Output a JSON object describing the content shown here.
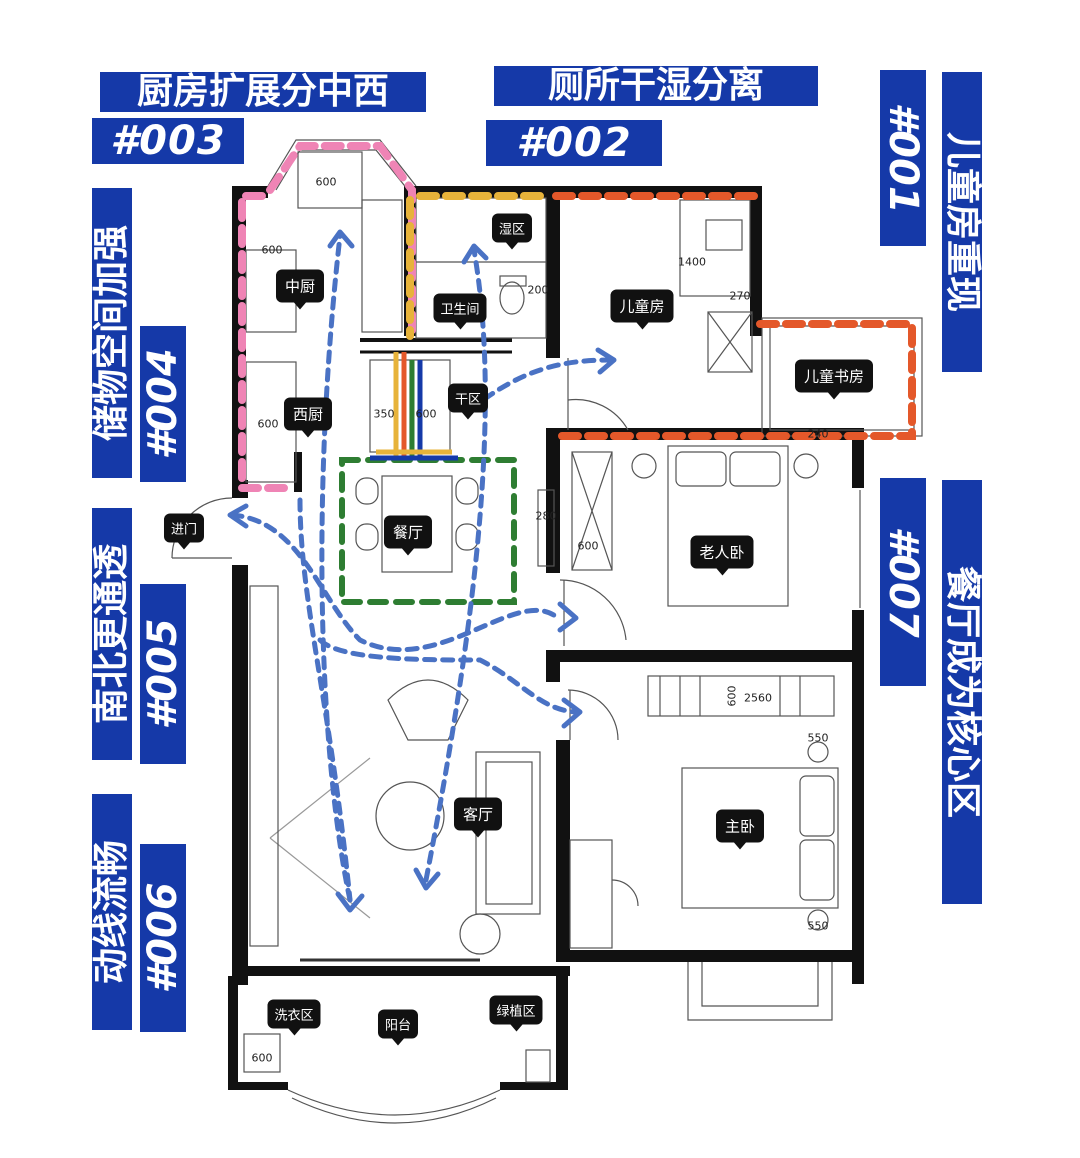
{
  "annotations": [
    {
      "id": "kitchen",
      "title": "厨房扩展分中西",
      "tag": "#003"
    },
    {
      "id": "toilet",
      "title": "厕所干湿分离",
      "tag": "#002"
    },
    {
      "id": "kids",
      "title": "儿童房重现",
      "tag": "#001"
    },
    {
      "id": "storage",
      "title": "储物空间加强",
      "tag": "#004"
    },
    {
      "id": "ventilation",
      "title": "南北更通透",
      "tag": "#005"
    },
    {
      "id": "circulation",
      "title": "动线流畅",
      "tag": "#006"
    },
    {
      "id": "dining",
      "title": "餐厅成为核心区",
      "tag": "#007"
    }
  ],
  "rooms": {
    "chinese_kitchen": "中厨",
    "western_kitchen": "西厨",
    "wet_zone": "湿区",
    "bathroom": "卫生间",
    "dry_zone": "干区",
    "kids_room": "儿童房",
    "kids_study": "儿童书房",
    "entrance": "进门",
    "dining": "餐厅",
    "elder_bedroom": "老人卧",
    "living_room": "客厅",
    "master_bedroom": "主卧",
    "laundry": "洗衣区",
    "balcony": "阳台",
    "planting": "绿植区"
  },
  "dimensions": {
    "d600_sink": "600",
    "d600_k1": "600",
    "d600_k2": "600",
    "d200": "200",
    "d1400": "1400",
    "d270": "270",
    "d350": "350",
    "d600_dry": "600",
    "d240": "240",
    "d280": "280",
    "d600_wardrobe": "600",
    "d600_master": "600",
    "d2560": "2560",
    "d550_top": "550",
    "d550_bottom": "550",
    "d600_laundry": "600"
  },
  "colors": {
    "banner": "#1539a8",
    "kitchen_outline": "#ef84b5",
    "toilet_outline": "#e7b33a",
    "kids_outline": "#e4582a",
    "dining_outline": "#2e7d32",
    "flow_arrows": "#4a72c4",
    "walls": "#111111"
  }
}
